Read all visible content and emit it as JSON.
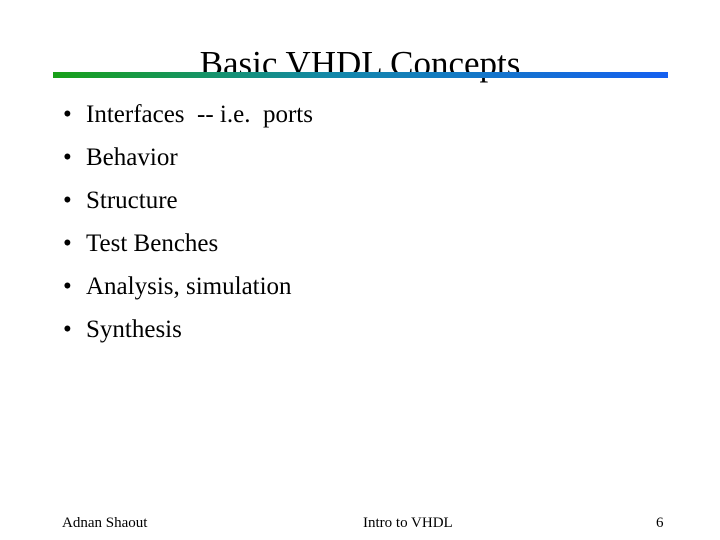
{
  "slide": {
    "title": "Basic VHDL Concepts",
    "bullet_glyph": "•",
    "bullets": [
      "Interfaces  -- i.e.  ports",
      "Behavior",
      "Structure",
      "Test Benches",
      "Analysis, simulation",
      "Synthesis"
    ],
    "footer": {
      "author": "Adnan Shaout",
      "course_title": "Intro to VHDL",
      "page_number": "6"
    },
    "colors": {
      "background": "#FFFFFF",
      "text": "#000000",
      "divider_start": "#18A018",
      "divider_mid": "#1488A8",
      "divider_end": "#1560F0"
    }
  }
}
